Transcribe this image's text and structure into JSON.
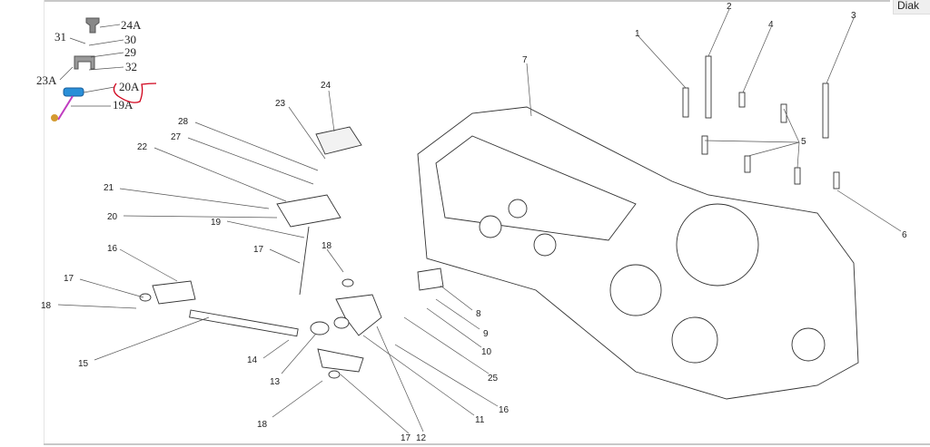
{
  "button": {
    "label": "Diak"
  },
  "inset": {
    "labels": [
      "24A",
      "31",
      "30",
      "29",
      "32",
      "23A",
      "20A",
      "19A"
    ],
    "highlight_color": "#d0021b",
    "highlight_part_color": "#2a8fd8",
    "rod_color": "#c03cc0"
  },
  "callouts": [
    "1",
    "2",
    "3",
    "4",
    "5",
    "6",
    "7",
    "8",
    "9",
    "10",
    "11",
    "12",
    "13",
    "14",
    "15",
    "16",
    "16",
    "17",
    "17",
    "17",
    "18",
    "18",
    "18",
    "19",
    "20",
    "21",
    "22",
    "23",
    "24",
    "25",
    "27",
    "28"
  ]
}
